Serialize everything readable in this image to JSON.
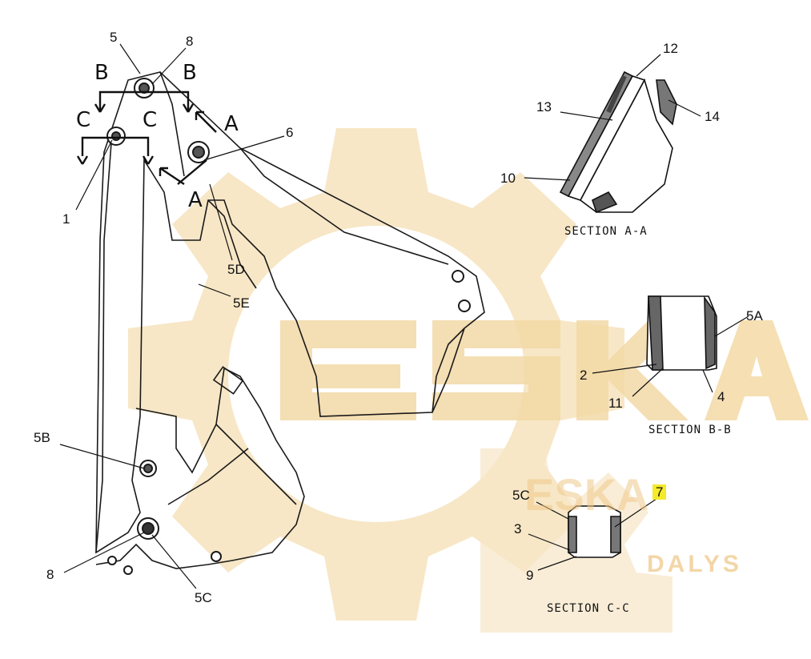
{
  "colors": {
    "watermark": "#f4ddb0",
    "ink": "#111111",
    "highlight": "#f5ea2a"
  },
  "watermark": {
    "brand": "ESKA",
    "brand_small": "DALYS"
  },
  "callouts": {
    "n1": "1",
    "n2": "2",
    "n3": "3",
    "n4": "4",
    "n5": "5",
    "n5a": "5A",
    "n5b": "5B",
    "n5c_sec": "5C",
    "n5c": "5C",
    "n5d": "5D",
    "n5e": "5E",
    "n6": "6",
    "n7": "7",
    "n8_top": "8",
    "n8_bottom": "8",
    "n9": "9",
    "n10": "10",
    "n11": "11",
    "n12": "12",
    "n13": "13",
    "n14": "14"
  },
  "section_markers": {
    "a1": "A",
    "a2": "A",
    "b1": "B",
    "b2": "B",
    "c1": "C",
    "c2": "C"
  },
  "section_titles": {
    "aa": "SECTION A-A",
    "bb": "SECTION B-B",
    "cc": "SECTION C-C"
  }
}
